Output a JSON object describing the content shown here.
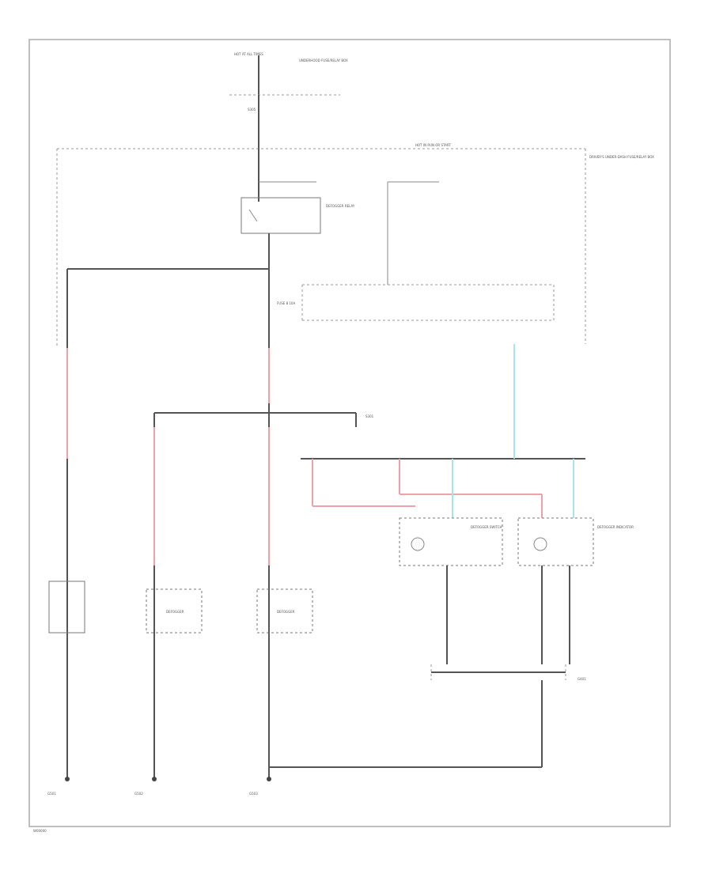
{
  "labels": {
    "top_fuse": "HOT AT ALL TIMES",
    "splice_top": "S305",
    "bus_label": "HOT IN RUN OR START",
    "underhood_box": "UNDERHOOD FUSE/RELAY BOX",
    "relay_box": "DEFOGGER RELAY",
    "fuse_mid": "FUSE 8 10A",
    "driver_control": "DRIVER'S UNDER-DASH FUSE/RELAY BOX",
    "switch_left": "DEFOGGER SWITCH",
    "switch_right": "DEFOGGER INDICATOR",
    "splice_mid": "S301",
    "left_heater": "DEFOGGER",
    "right_heater": "DEFOGGER",
    "ground_1": "G501",
    "ground_2": "G502",
    "ground_3": "G503",
    "ground_4": "G401",
    "footer": "W00000"
  },
  "colors": {
    "wire": "#555555",
    "hot_wire": "#f0a0a8",
    "signal_wire": "#a8e4ec",
    "frame": "#999999"
  }
}
